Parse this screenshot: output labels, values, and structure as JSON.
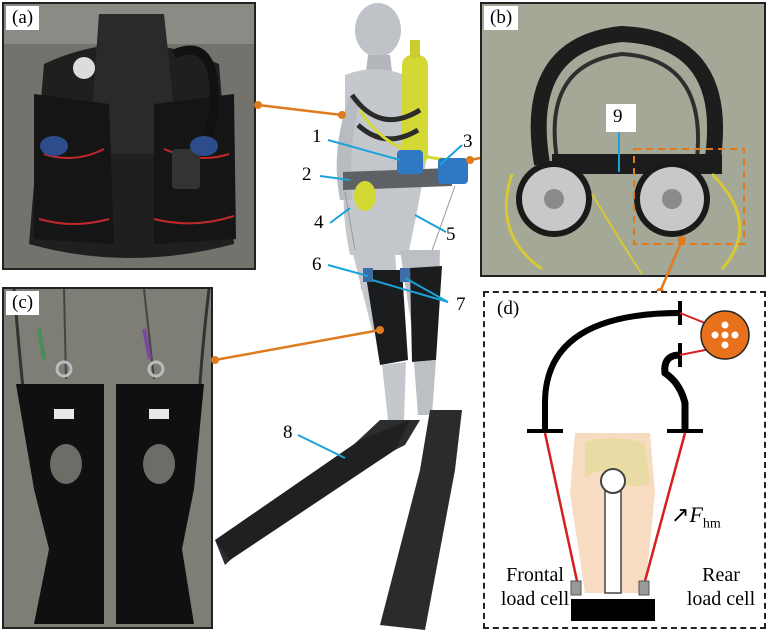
{
  "panel_labels": {
    "a": "(a)",
    "b": "(b)",
    "c": "(c)",
    "d": "(d)"
  },
  "part_numbers": {
    "n1": "1",
    "n2": "2",
    "n3": "3",
    "n4": "4",
    "n5": "5",
    "n6": "6",
    "n7": "7",
    "n8": "8",
    "n9": "9"
  },
  "diagram_d": {
    "frontal_line1": "Frontal",
    "frontal_line2": "load cell",
    "rear_line1": "Rear",
    "rear_line2": "load cell",
    "force_arrow": "↗",
    "force_symbol": "F",
    "force_subscript": "hm"
  },
  "colors": {
    "leader_orange": "#e07a1f",
    "callout_blue": "#1aa3d9",
    "cable_red": "#d62020",
    "motor_orange": "#e8711c",
    "tank_yellow": "#d4d835"
  }
}
